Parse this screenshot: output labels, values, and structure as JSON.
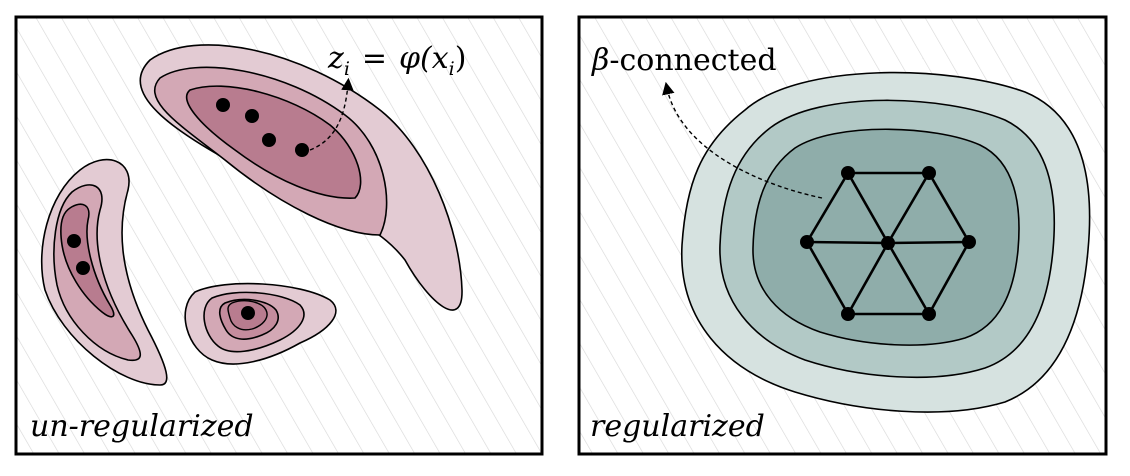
{
  "panels": {
    "left": {
      "caption": "un-regularized",
      "formula": "z_i = φ(x_i)",
      "formula_parts": {
        "z": "z",
        "i": "i",
        "eq": "=",
        "phi": "φ(",
        "x": "x",
        "close": ")"
      }
    },
    "right": {
      "caption": "regularized",
      "label_beta": "β",
      "label_connected": "-connected"
    }
  },
  "colors": {
    "left_level_1": "#e3cbd3",
    "left_level_2": "#d3a8b5",
    "left_level_3": "#c48c9d",
    "left_level_4": "#b87c8f",
    "right_level_1": "#d6e2e0",
    "right_level_2": "#b2c9c6",
    "right_level_3": "#8fadaa",
    "hatch": "#d8d8d8",
    "ink": "#000000"
  }
}
